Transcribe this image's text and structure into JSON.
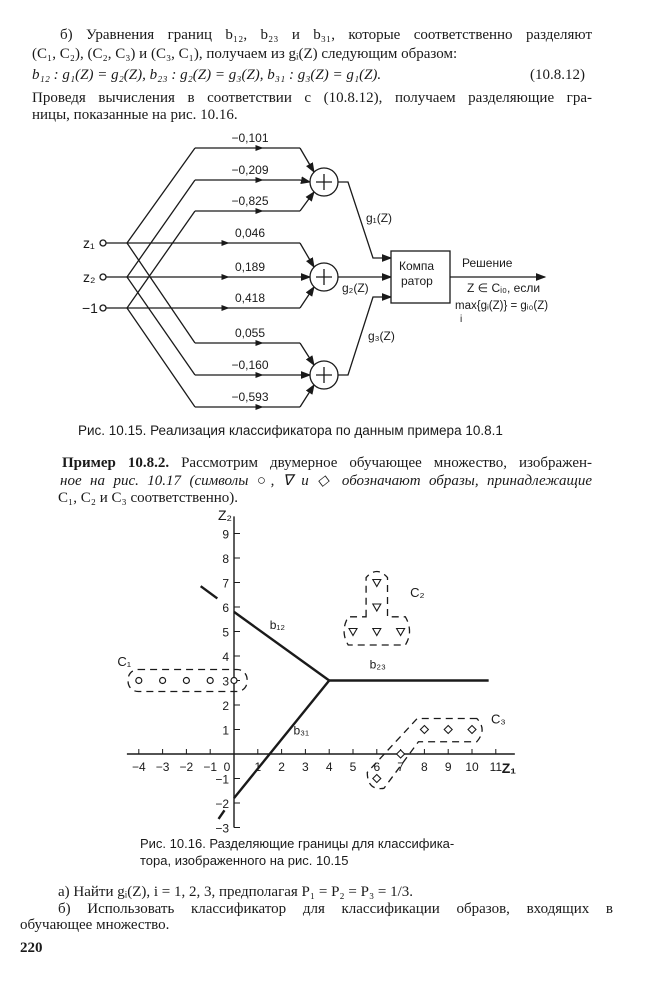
{
  "text": {
    "p1_line1": "б) Уравнения границ b₁₂, b₂₃ и b₃₁, которые соответственно разделяют",
    "p1_line2": "(C₁, C₂), (C₂, C₃) и (C₃, C₁), получаем из gᵢ(Z) следующим образом:",
    "equation": "b₁₂ : g₁(Z) = g₂(Z),  b₂₃ : g₂(Z) = g₃(Z),  b₃₁ : g₃(Z) = g₁(Z).",
    "equation_number": "(10.8.12)",
    "p2_line1": "Проведя вычисления в соответствии с (10.8.12), получаем разделяющие гра-",
    "p2_line2": "ницы, показанные на рис. 10.16.",
    "fig15_caption": "Рис. 10.15. Реализация классификатора по данным примера 10.8.1",
    "example_title": "Пример 10.8.2.",
    "ex_line1": "Рассмотрим двумерное обучающее множество, изображен-",
    "ex_line2": "ное на рис. 10.17 (символы ○, ∇ и ◇  обозначают образы, принадлежащие",
    "ex_line3": "C₁, C₂ и C₃ соответственно).",
    "fig16_caption_line1": "Рис. 10.16. Разделяющие границы для классифика-",
    "fig16_caption_line2": "тора, изображенного на рис. 10.15",
    "task_a": "а) Найти gᵢ(Z), i = 1, 2, 3, предполагая P₁ = P₂ = P₃ = 1/3.",
    "task_b_line1": "б) Использовать классификатор для классификации образов, входящих в",
    "task_b_line2": "обучающее множество.",
    "page_number": "220"
  },
  "fig15": {
    "inputs": [
      "z₁",
      "z₂",
      "−1"
    ],
    "weights": [
      "−0,101",
      "−0,209",
      "−0,825",
      "0,046",
      "0,189",
      "0,418",
      "0,055",
      "−0,160",
      "−0,593"
    ],
    "outputs": [
      "g₁(Z)",
      "g₂(Z)",
      "g₃(Z)"
    ],
    "comparator_line1": "Компа",
    "comparator_line2": "ратор",
    "decision": "Решение",
    "decision_rule1": "Z ∈ Cᵢ₀, если",
    "decision_rule2": "max{gᵢ(Z)} = gᵢ₀(Z)",
    "decision_rule_sub": "i"
  },
  "chart_data": {
    "type": "scatter",
    "xlabel": "Z₁",
    "ylabel": "Z₂",
    "xlim": [
      -4.5,
      11.8
    ],
    "ylim": [
      -3,
      9.7
    ],
    "xticks": [
      -4,
      -3,
      -2,
      -1,
      0,
      1,
      2,
      3,
      4,
      5,
      6,
      7,
      8,
      9,
      10,
      11
    ],
    "yticks": [
      -3,
      -2,
      -1,
      1,
      2,
      3,
      4,
      5,
      6,
      7,
      8,
      9
    ],
    "series": [
      {
        "name": "C₁",
        "marker": "circle",
        "points": [
          [
            -4,
            3
          ],
          [
            -3,
            3
          ],
          [
            -2,
            3
          ],
          [
            -1,
            3
          ],
          [
            0,
            3
          ]
        ]
      },
      {
        "name": "C₂",
        "marker": "triangle-down",
        "points": [
          [
            6,
            7
          ],
          [
            6,
            6
          ],
          [
            5,
            5
          ],
          [
            6,
            5
          ],
          [
            7,
            5
          ]
        ]
      },
      {
        "name": "C₃",
        "marker": "diamond",
        "points": [
          [
            8,
            1
          ],
          [
            9,
            1
          ],
          [
            10,
            1
          ],
          [
            7,
            0
          ],
          [
            6,
            -1
          ]
        ]
      }
    ],
    "boundaries": [
      {
        "name": "b₁₂",
        "from": [
          0,
          5.8
        ],
        "to": [
          4,
          3
        ],
        "label_at": [
          1.5,
          5.1
        ]
      },
      {
        "name": "b₂₃",
        "from": [
          4,
          3
        ],
        "to": [
          10.7,
          3
        ],
        "label_at": [
          5.7,
          3.5
        ]
      },
      {
        "name": "b₃₁",
        "from": [
          4,
          3
        ],
        "to": [
          0,
          -1.8
        ],
        "label_at": [
          2.5,
          0.8
        ]
      }
    ]
  }
}
